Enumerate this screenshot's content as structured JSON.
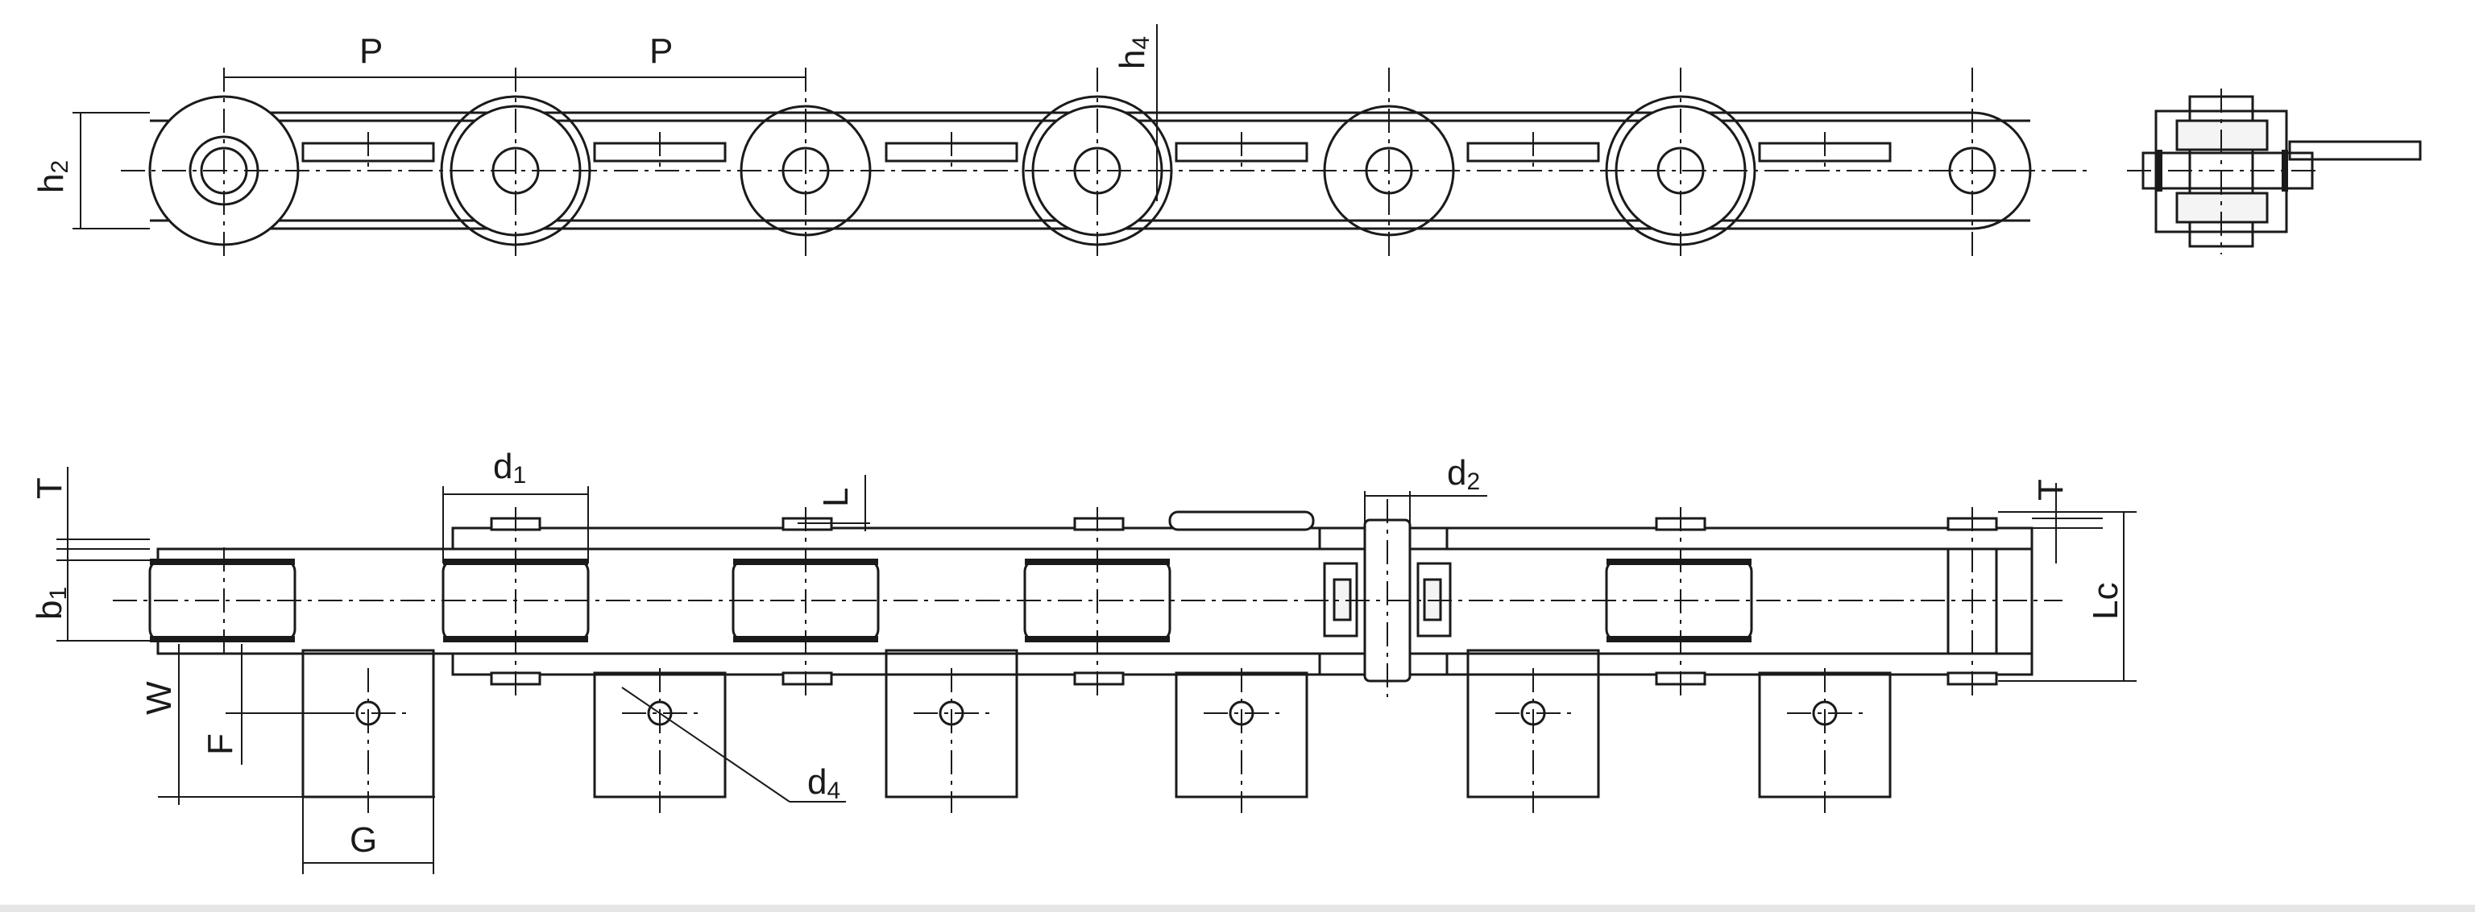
{
  "title": "",
  "labels": {
    "P": "P",
    "h": "h",
    "d": "d",
    "T": "T",
    "L": "L",
    "W": "W",
    "F": "F",
    "G": "G",
    "b": "b",
    "Lc": "Lc",
    "sub1": "1",
    "sub2": "2",
    "sub4": "4"
  },
  "colors": {
    "line": "#1a1a1a",
    "background": "#ffffff"
  }
}
